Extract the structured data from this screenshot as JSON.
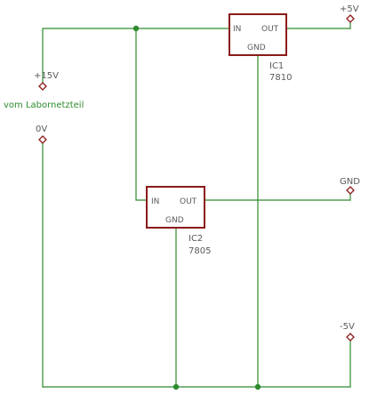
{
  "colors": {
    "wire": "#2e8b2e",
    "ic_body": "#8b1a1a",
    "label_gray": "#5a5a5a",
    "label_green": "#2e8b2e",
    "terminal": "#8b1a1a",
    "junction": "#2e8b2e"
  },
  "ics": [
    {
      "name": "IC1",
      "value": "7810",
      "pin_in": "IN",
      "pin_out": "OUT",
      "pin_gnd": "GND"
    },
    {
      "name": "IC2",
      "value": "7805",
      "pin_in": "IN",
      "pin_out": "OUT",
      "pin_gnd": "GND"
    }
  ],
  "terminals": {
    "plus15": "+15V",
    "zero": "0V",
    "plus5": "+5V",
    "gnd": "GND",
    "minus5": "-5V"
  },
  "source_label": "vom Labornetzteil"
}
